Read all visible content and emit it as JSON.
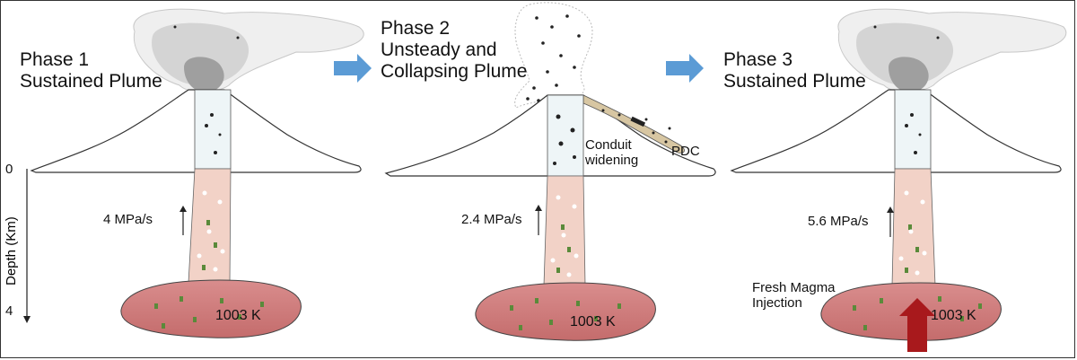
{
  "axis": {
    "label": "Depth (Km)",
    "tick_top": "0",
    "tick_bottom": "4"
  },
  "phases": [
    {
      "title_line1": "Phase 1",
      "title_line2": "Sustained Plume",
      "rate": "4 MPa/s",
      "temperature": "1003 K"
    },
    {
      "title_line1": "Phase 2",
      "title_line2": "Unsteady and",
      "title_line3": "Collapsing Plume",
      "rate": "2.4 MPa/s",
      "temperature": "1003 K",
      "conduit_label_line1": "Conduit",
      "conduit_label_line2": "widening",
      "pdc_label": "PDC"
    },
    {
      "title_line1": "Phase 3",
      "title_line2": "Sustained Plume",
      "rate": "5.6 MPa/s",
      "temperature": "1003 K",
      "injection_line1": "Fresh Magma",
      "injection_line2": "Injection"
    }
  ],
  "colors": {
    "transition_arrow": "#5b9bd5",
    "magma_chamber": "#cd7b7b",
    "conduit_lower": "#f3d3c9",
    "conduit_upper": "#eef5f7",
    "plume_dark": "#9a9a9a",
    "plume_light": "#e6e6e6",
    "injection_arrow": "#a8191c",
    "pdc": "#d7c6a2",
    "crystal": "#5a8a3a"
  }
}
